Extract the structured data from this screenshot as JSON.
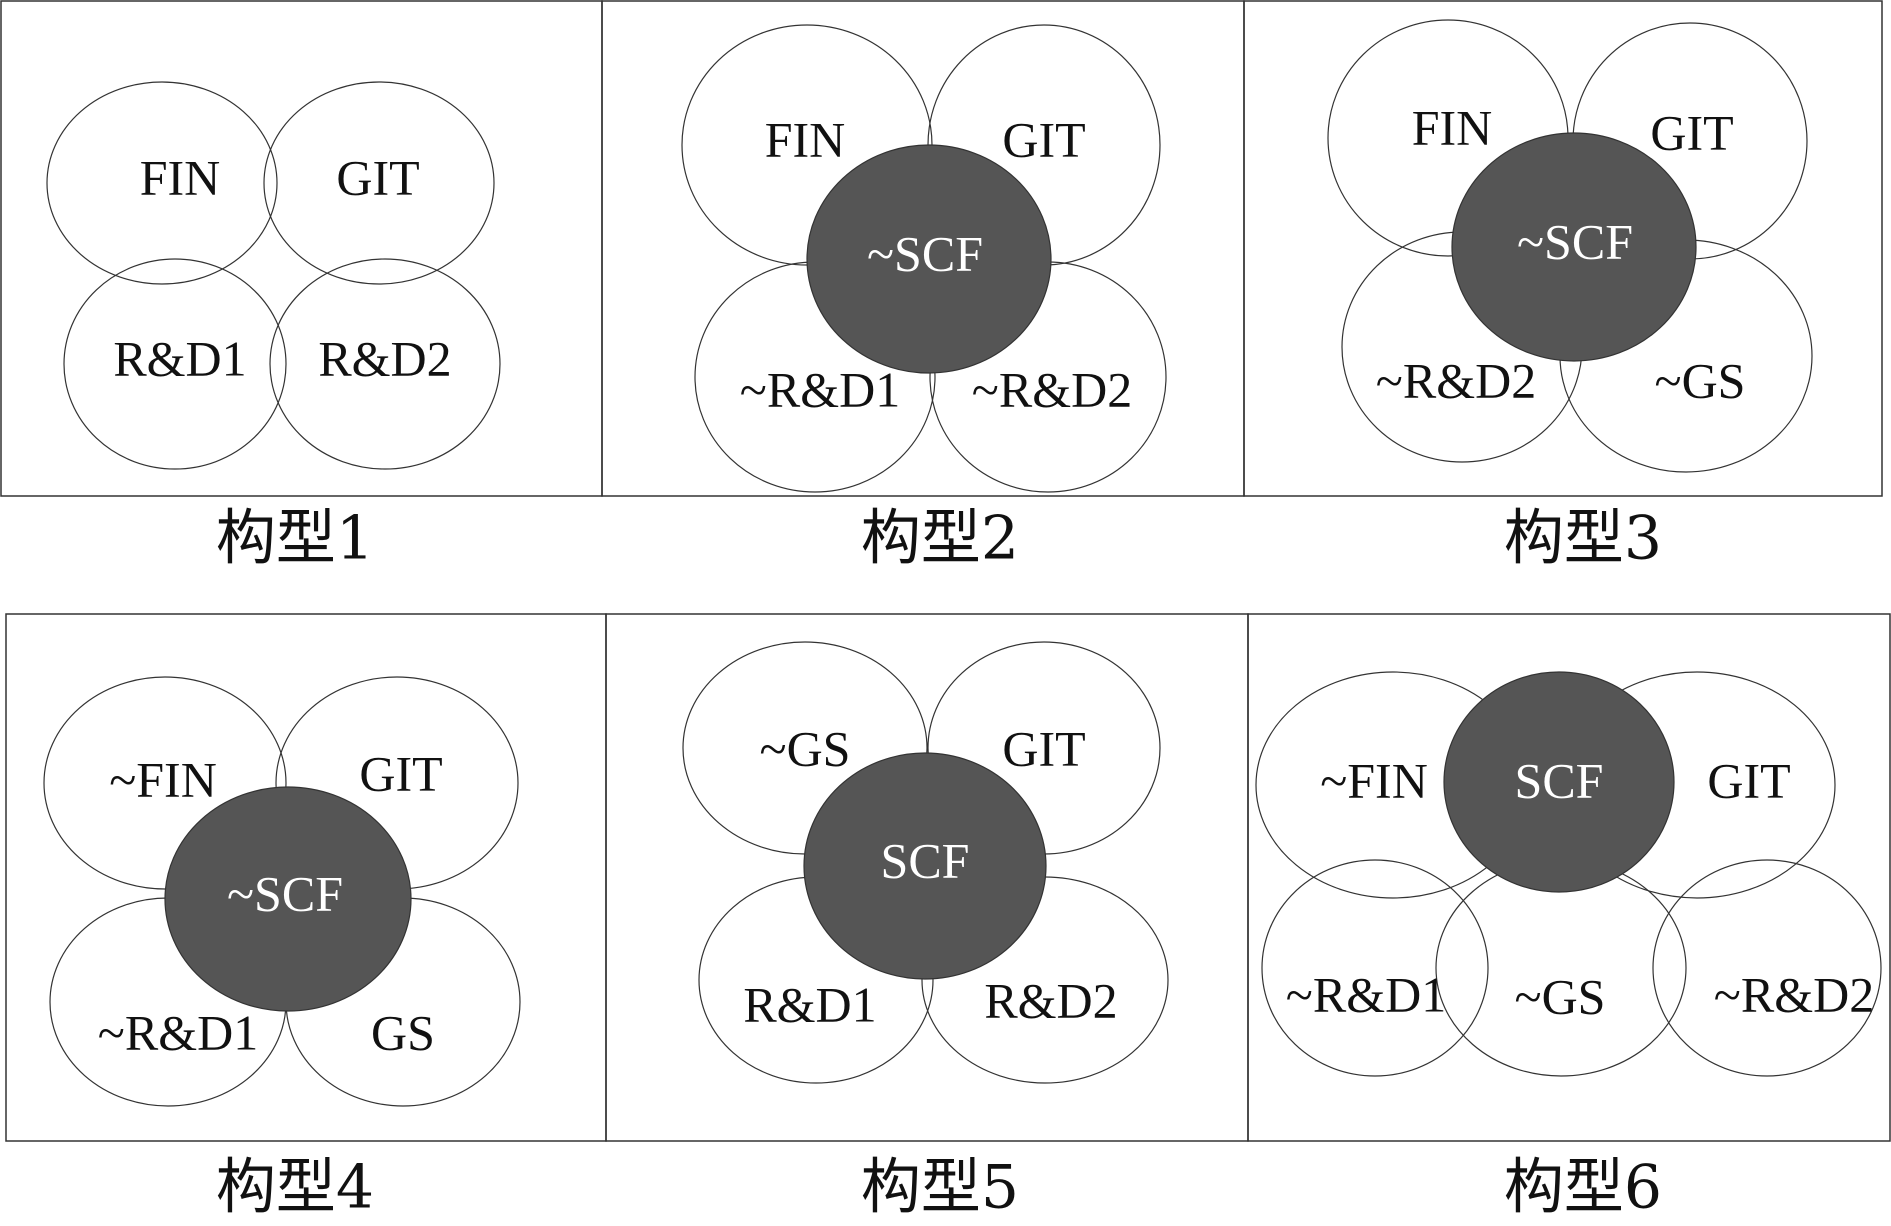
{
  "configurations": [
    {
      "caption": "构型1",
      "sets": [
        {
          "key": "fin",
          "label": "FIN",
          "core": false
        },
        {
          "key": "git",
          "label": "GIT",
          "core": false
        },
        {
          "key": "rd1",
          "label": "R&D1",
          "core": false
        },
        {
          "key": "rd2",
          "label": "R&D2",
          "core": false
        }
      ]
    },
    {
      "caption": "构型2",
      "sets": [
        {
          "key": "fin",
          "label": "FIN",
          "core": false
        },
        {
          "key": "git",
          "label": "GIT",
          "core": false
        },
        {
          "key": "rd1",
          "label": "~R&D1",
          "core": false
        },
        {
          "key": "rd2",
          "label": "~R&D2",
          "core": false
        },
        {
          "key": "scf",
          "label": "~SCF",
          "core": true
        }
      ]
    },
    {
      "caption": "构型3",
      "sets": [
        {
          "key": "fin",
          "label": "FIN",
          "core": false
        },
        {
          "key": "git",
          "label": "GIT",
          "core": false
        },
        {
          "key": "rd2",
          "label": "~R&D2",
          "core": false
        },
        {
          "key": "gs",
          "label": "~GS",
          "core": false
        },
        {
          "key": "scf",
          "label": "~SCF",
          "core": true
        }
      ]
    },
    {
      "caption": "构型4",
      "sets": [
        {
          "key": "fin",
          "label": "~FIN",
          "core": false
        },
        {
          "key": "git",
          "label": "GIT",
          "core": false
        },
        {
          "key": "rd1",
          "label": "~R&D1",
          "core": false
        },
        {
          "key": "gs",
          "label": "GS",
          "core": false
        },
        {
          "key": "scf",
          "label": "~SCF",
          "core": true
        }
      ]
    },
    {
      "caption": "构型5",
      "sets": [
        {
          "key": "gs",
          "label": "~GS",
          "core": false
        },
        {
          "key": "git",
          "label": "GIT",
          "core": false
        },
        {
          "key": "rd1",
          "label": "R&D1",
          "core": false
        },
        {
          "key": "rd2",
          "label": "R&D2",
          "core": false
        },
        {
          "key": "scf",
          "label": "SCF",
          "core": true
        }
      ]
    },
    {
      "caption": "构型6",
      "sets": [
        {
          "key": "fin",
          "label": "~FIN",
          "core": false
        },
        {
          "key": "git",
          "label": "GIT",
          "core": false
        },
        {
          "key": "rd1",
          "label": "~R&D1",
          "core": false
        },
        {
          "key": "gs",
          "label": "~GS",
          "core": false
        },
        {
          "key": "rd2",
          "label": "~R&D2",
          "core": false
        },
        {
          "key": "scf",
          "label": "SCF",
          "core": true
        }
      ]
    }
  ]
}
